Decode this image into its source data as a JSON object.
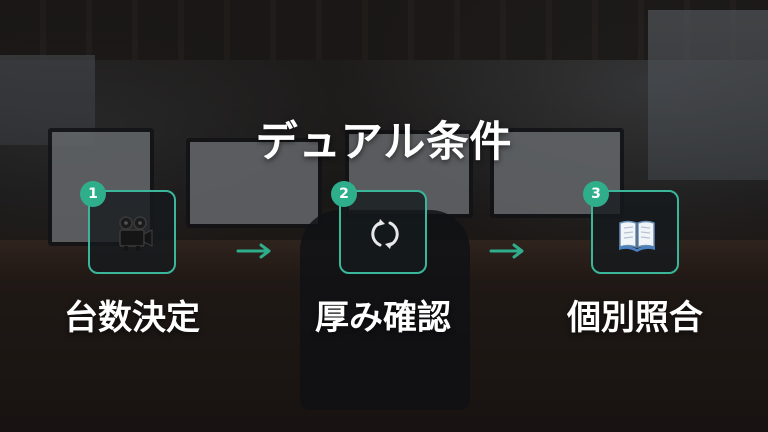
{
  "slide": {
    "title": "デュアル条件",
    "accent_color": "#2fae8c"
  },
  "steps": [
    {
      "number": "1",
      "label": "台数決定",
      "icon": "film-projector-icon"
    },
    {
      "number": "2",
      "label": "厚み確認",
      "icon": "cycle-arrows-icon"
    },
    {
      "number": "3",
      "label": "個別照合",
      "icon": "open-book-icon"
    }
  ],
  "connectors": [
    {
      "icon": "arrow-right-icon"
    },
    {
      "icon": "arrow-right-icon"
    }
  ]
}
